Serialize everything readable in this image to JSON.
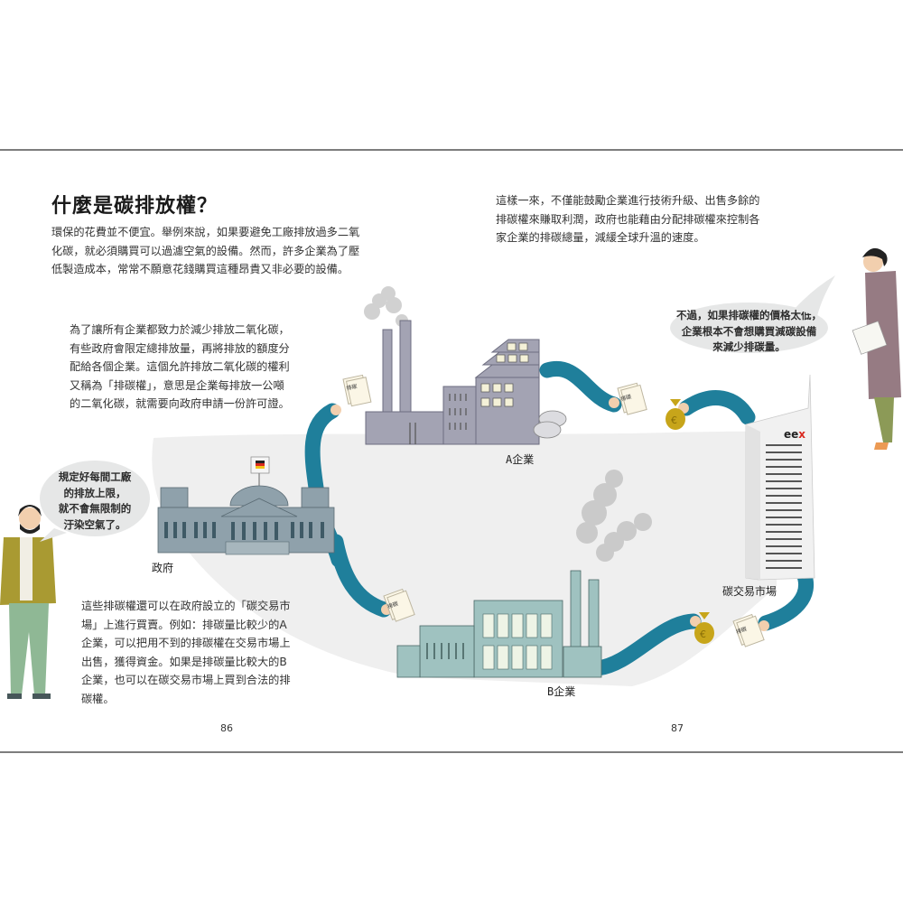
{
  "heading": "什麼是碳排放權？",
  "left_page": {
    "intro_lines": [
      "環保的花費並不便宜。舉例來說，如果要避免工廠排放過多二氧",
      "化碳，就必須購買可以過濾空氣的設備。然而，許多企業為了壓",
      "低製造成本，常常不願意花錢購買這種昂貴又非必要的設備。"
    ],
    "limit_lines": [
      "為了讓所有企業都致力於減少排放二氧化碳，",
      "有些政府會限定總排放量，再將排放的額度分",
      "配給各個企業。這個允許排放二氧化碳的權利",
      "又稱為「排碳權」，意思是企業每排放一公噸",
      "的二氧化碳，就需要向政府申請一份許可證。"
    ],
    "market_lines": [
      "這些排碳權還可以在政府設立的「碳交易市",
      "場」上進行買賣。例如：排碳量比較少的A",
      "企業，可以把用不到的排碳權在交易市場上",
      "出售，獲得資金。如果是排碳量比較大的B",
      "企業，也可以在碳交易市場上買到合法的排",
      "碳權。"
    ],
    "speech_bubble_lines": [
      "規定好每間工廠",
      "的排放上限，",
      "就不會無限制的",
      "汙染空氣了。"
    ],
    "page_number": "86"
  },
  "right_page": {
    "intro_lines": [
      "這樣一來，不僅能鼓勵企業進行技術升級、出售多餘的",
      "排碳權來賺取利潤，政府也能藉由分配排碳權來控制各",
      "家企業的排碳總量，減緩全球升溫的速度。"
    ],
    "speech_bubble_lines": [
      "不過，如果排碳權的價格太低，",
      "企業根本不會想購買減碳設備",
      "來減少排碳量。"
    ],
    "page_number": "87"
  },
  "illustration": {
    "labels": {
      "government": "政府",
      "company_a": "A企業",
      "company_b": "B企業",
      "carbon_market": "碳交易市場",
      "exchange_logo_prefix": "ee",
      "exchange_logo_suffix": "x"
    },
    "permit_text": "排碳權",
    "currency_symbol": "€",
    "colors": {
      "arm_blue": "#1f7f9b",
      "factory_a_gray": "#a3a3b3",
      "factory_b_teal": "#9fc2c0",
      "government_gray": "#8fa1ab",
      "money_bag": "#c7a51a",
      "exchange_red": "#d9281e",
      "background_blob": "#efefef",
      "bubble": "#e6e7e7"
    }
  }
}
